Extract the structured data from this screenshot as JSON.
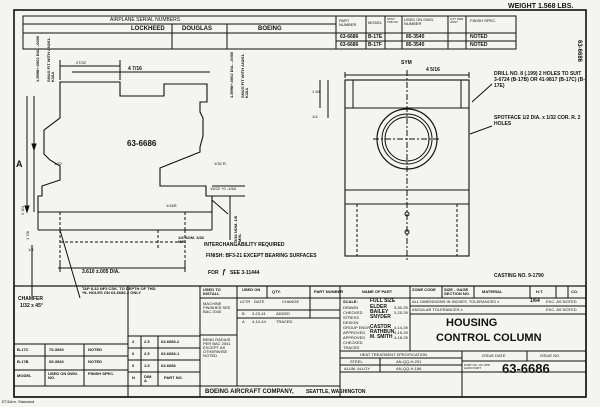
{
  "weight_label": "WEIGHT 1.568 LBS.",
  "side_number": "63-6686",
  "airplane_table": {
    "caption": "AIRPLANE SERIAL NUMBERS",
    "headers": [
      "LOCKHEED",
      "DOUGLAS",
      "BOEING",
      "PART NUMBER",
      "MODEL",
      "ASSY TAB NO.",
      "USED ON DWG. NUMBER",
      "QTY PER ASSY",
      "FINISH SPEC."
    ],
    "rows": [
      [
        "",
        "",
        "",
        "63-6686",
        "B-17E",
        "",
        "85-3540",
        "",
        "NOTED"
      ],
      [
        "",
        "",
        "",
        "63-6686",
        "B-17F",
        "",
        "85-3540",
        "",
        "NOTED"
      ]
    ]
  },
  "front_view": {
    "part_label": "63-6686",
    "dim_top1": "27/32",
    "dim_top2": "4 7/16",
    "dia_left": "1.5998+.0002 DIA. -.0000",
    "snug_left": "SNUG FIT WITH AN201-K16A",
    "dia_right": "1.5998+.0002 DIA. -.0000",
    "snug_right": "SNUG FIT WITH AN201-K16A",
    "r_left": "1/32",
    "r_right": "1/32 R.",
    "a_label": "A",
    "dim_15_32": "15/32 +0 -1/64",
    "dim_r16": "1/16R",
    "dim_3_16": "3/16 NOM. 1/8 MIN.",
    "dim_1_8": "1/8 NOM. 3/32 MIN.",
    "dim_bottom": "3.610 ±.005 DIA.",
    "dim_2_3_4": "2 3/4",
    "dim_1_7_8": "1 7/8",
    "dim_1_4": "1/4",
    "chamfer_title": "CHAMFER",
    "chamfer_value": "1/32 x 45°",
    "tap_note": "TAP 8-32 NF3 CSK. TO DEPTH OF THD. *N- HOLES ON 63-6686-2 ONLY"
  },
  "side_view": {
    "sym": "SYM",
    "dim_width": "4 5/16",
    "dim_h1": "1 5/8",
    "dim_h2": "1/4",
    "drill_note": "DRILL NO. 8 (.199) 2 HOLES TO SUIT 3-6724 (B-17B) OR 41-9817 (B-17C) (B-17E)",
    "spotface_note": "SPOTFACE 1/2 DIA. x 1/32 COR. R. 2 HOLES"
  },
  "notes": {
    "interchangeability": "INTERCHANGABILITY REQUIRED",
    "finish": "FINISH: BF3-21 EXCEPT BEARING SURFACES",
    "see_prefix": "FOR",
    "see_suffix": "SEE 3-11444",
    "casting": "CASTING NO. 9-1790"
  },
  "dash_table": {
    "rows": [
      [
        "B-17C",
        "75-3540",
        "NOTED"
      ],
      [
        "B-17B",
        "65-3540",
        "NOTED"
      ]
    ],
    "header": [
      "MODEL",
      "USED ON DWG. NO.",
      "FINISH SPEC."
    ],
    "part_rows": [
      [
        "2",
        "2.5",
        "63-6686-2"
      ],
      [
        "0",
        "2.5",
        "63-6686-1"
      ],
      [
        "0",
        "1.5",
        "63-6686"
      ]
    ],
    "part_header": [
      "N",
      "DIM. A",
      "PART NO."
    ]
  },
  "title_block": {
    "used_to_install": "USED TO INSTALL",
    "used_on": "USED ON",
    "qty": "QTY.",
    "part_number": "PART NUMBER",
    "name_of_part": "NAME OF PART",
    "zone_code": "ZONE CODE",
    "size_gage": "SIZE - GAGE SECTION NO.",
    "material": "MATERIAL",
    "ht": "H.T.",
    "co": "CO.",
    "scale": "SCALE:",
    "scale_value": "FULL SIZE",
    "machine_finishes": "MACHINE FINISHES SEE BAC 2040",
    "bend_radius": "BEND RADIUS PER BAC 2041 EXCEPT AS OTHERWISE NOTED",
    "ltr": "LETR",
    "date": "DATE",
    "change": "CHANGE",
    "rev_rows": [
      [
        "B",
        "3-23-41",
        "ADDED"
      ],
      [
        "A",
        "4-10-44",
        "TRACED"
      ]
    ],
    "sign_labels": [
      "DRAWN",
      "CHECKED",
      "STRESS",
      "DESIGN",
      "GROUP ENGR.",
      "APPROVED",
      "APPROVED",
      "CHECKED",
      "TRACED"
    ],
    "sign_names": [
      "ELDER",
      "BAILEY",
      "SNYDER",
      "",
      "CASTOR",
      "RATHBUN",
      "M. SMITH",
      "",
      ""
    ],
    "sign_dates": [
      "3-30-39",
      "3-25-39",
      "",
      "",
      "4-14-39",
      "4-15-39",
      "4-18-39",
      "",
      ""
    ],
    "tolerances": "ALL DIMENSIONS IN INCHES. TOLERANCES ±",
    "tol_value": "1/64",
    "tol_suffix": "EXC. AS NOTED",
    "angular": "ANGULAR TOLERANCES ±",
    "angular_suffix": "EXC. AS NOTED",
    "title1": "HOUSING",
    "title2": "CONTROL COLUMN",
    "heat_treat": "HEAT TREATMENT SPECIFICATION",
    "steel": "STEEL",
    "steel_spec": "AN-QQ-H-201",
    "alum": "ALUM. ALLOY",
    "alum_spec": "AN-QQ-H-186",
    "issue_date": "ISSUE DATE",
    "issue_no": "ISSUE NO.",
    "part_no_label": "PART NO. OF OPP. HAND PART",
    "company": "BOEING AIRCRAFT COMPANY,",
    "city": "SEATTLE, WASHINGTON",
    "part_no": "63-6686",
    "corner_tag": "ET&Am. Standard"
  }
}
